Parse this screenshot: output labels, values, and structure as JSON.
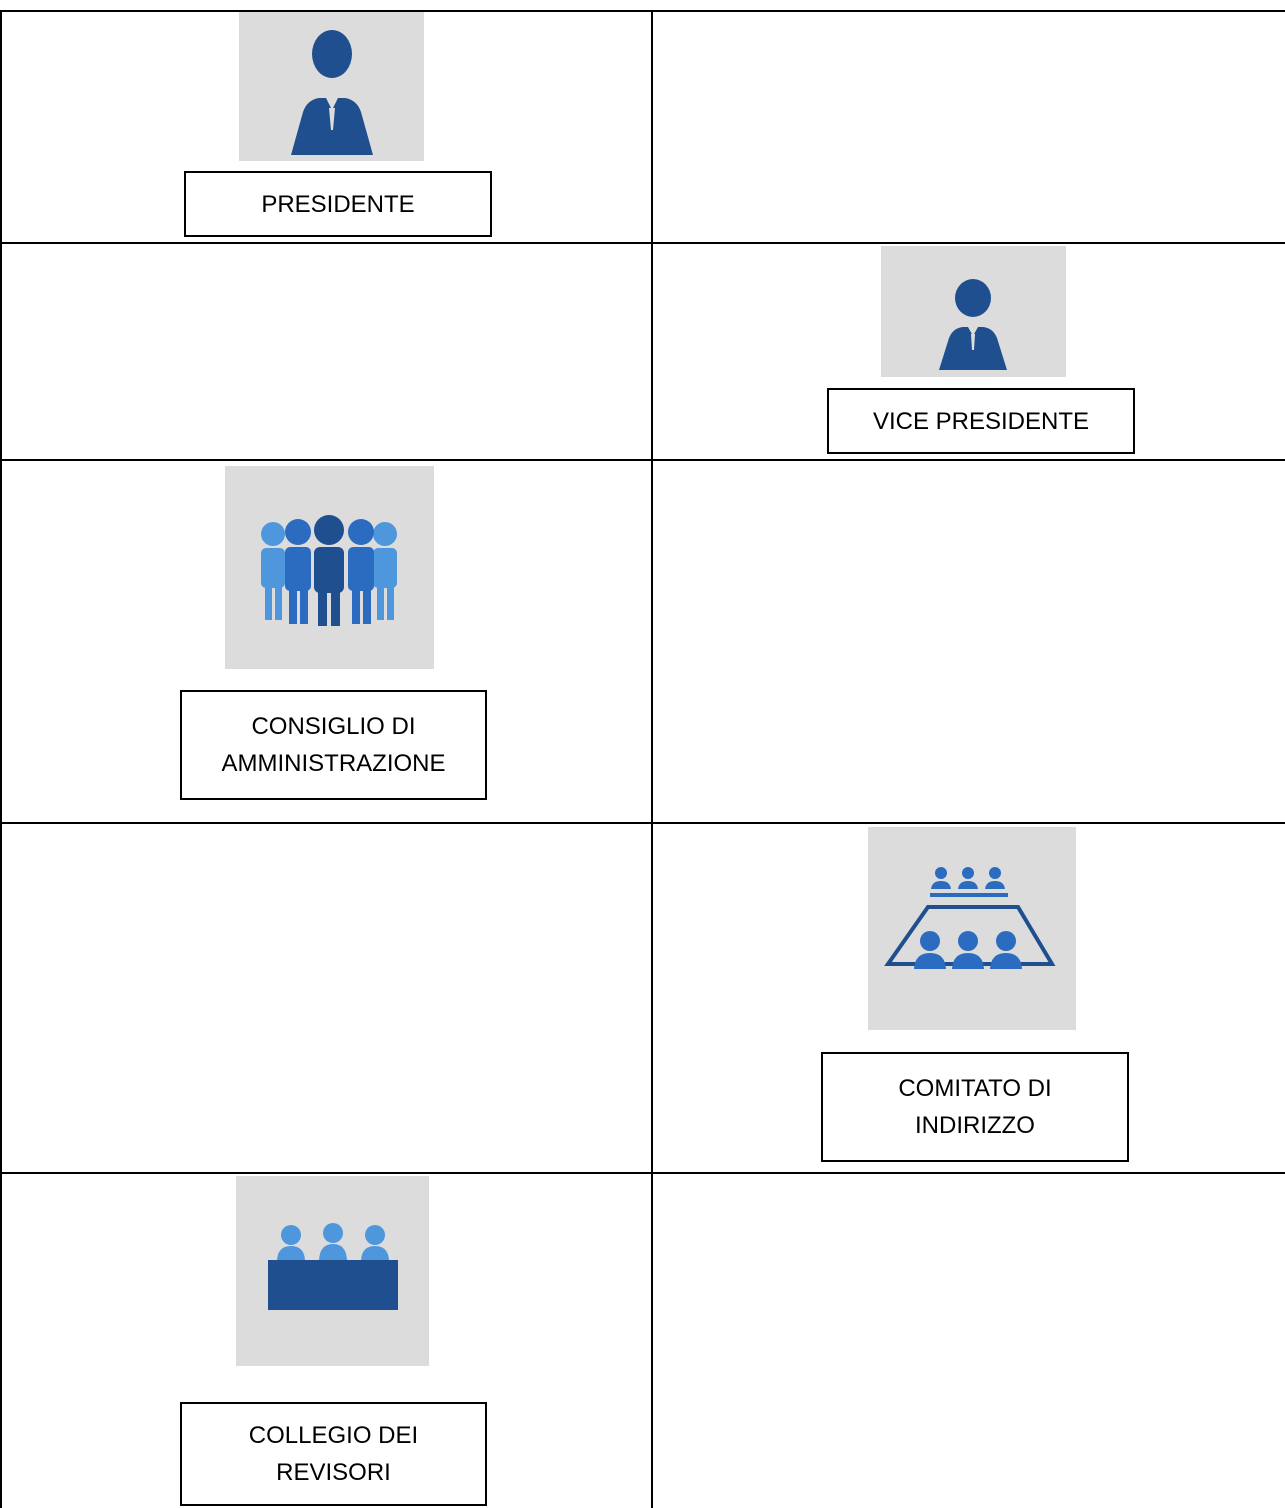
{
  "colors": {
    "dark_blue": "#1f4f8f",
    "mid_blue": "#2b6cc0",
    "light_blue": "#4f97dc",
    "icon_bg": "#dcdcdc"
  },
  "rows": [
    {
      "side": "left",
      "icon": "person-icon",
      "label_lines": [
        "PRESIDENTE"
      ]
    },
    {
      "side": "right",
      "icon": "person-icon",
      "label_lines": [
        "VICE PRESIDENTE"
      ]
    },
    {
      "side": "left",
      "icon": "people-group-icon",
      "label_lines": [
        "CONSIGLIO DI",
        "AMMINISTRAZIONE"
      ]
    },
    {
      "side": "right",
      "icon": "conference-table-icon",
      "label_lines": [
        "COMITATO DI",
        "INDIRIZZO"
      ]
    },
    {
      "side": "left",
      "icon": "panel-desk-icon",
      "label_lines": [
        "COLLEGIO DEI",
        "REVISORI"
      ]
    }
  ]
}
